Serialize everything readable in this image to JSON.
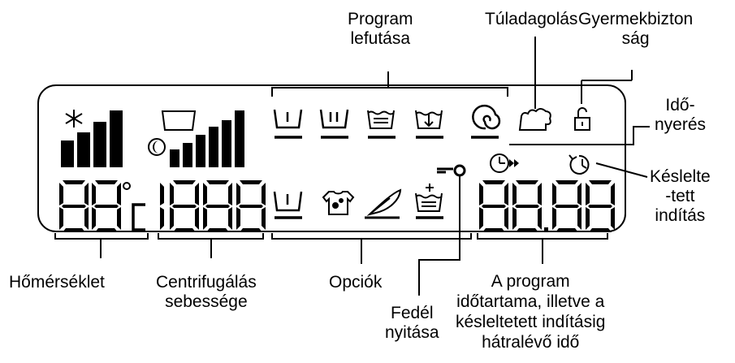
{
  "labels": {
    "program": [
      "Program",
      "lefutása"
    ],
    "overdose": "Túladagolás",
    "child_lock": [
      "Gyermekbizton",
      "ság"
    ],
    "time_saving": [
      "Idő-",
      "nyerés"
    ],
    "delayed_start": [
      "Késlelte",
      "-tett",
      "indítás"
    ],
    "temperature": "Hőmérséklet",
    "spin_speed": [
      "Centrifugálás",
      "sebessége"
    ],
    "options": "Opciók",
    "lid_open": [
      "Fedél",
      "nyitása"
    ],
    "duration": [
      "A program",
      "időtartama, illetve a",
      "késleltetett indításig",
      "hátralévő idő"
    ]
  },
  "display": {
    "temperature_digits": "88",
    "temperature_unit": "°C",
    "spin_digits": "1888",
    "time_digits": "88.88"
  },
  "icons": [
    "snowflake-icon",
    "tub-icon",
    "night-icon",
    "wash-icon",
    "prewash-icon",
    "rinse-icon",
    "drain-spin-icon",
    "spin-icon",
    "overdose-icon",
    "lock-icon",
    "time-saving-icon",
    "delay-icon",
    "key-icon",
    "extra-rinse-icon",
    "stain-icon",
    "delicate-icon",
    "soak-icon"
  ],
  "colors": {
    "ink": "#000000",
    "background": "#ffffff"
  }
}
